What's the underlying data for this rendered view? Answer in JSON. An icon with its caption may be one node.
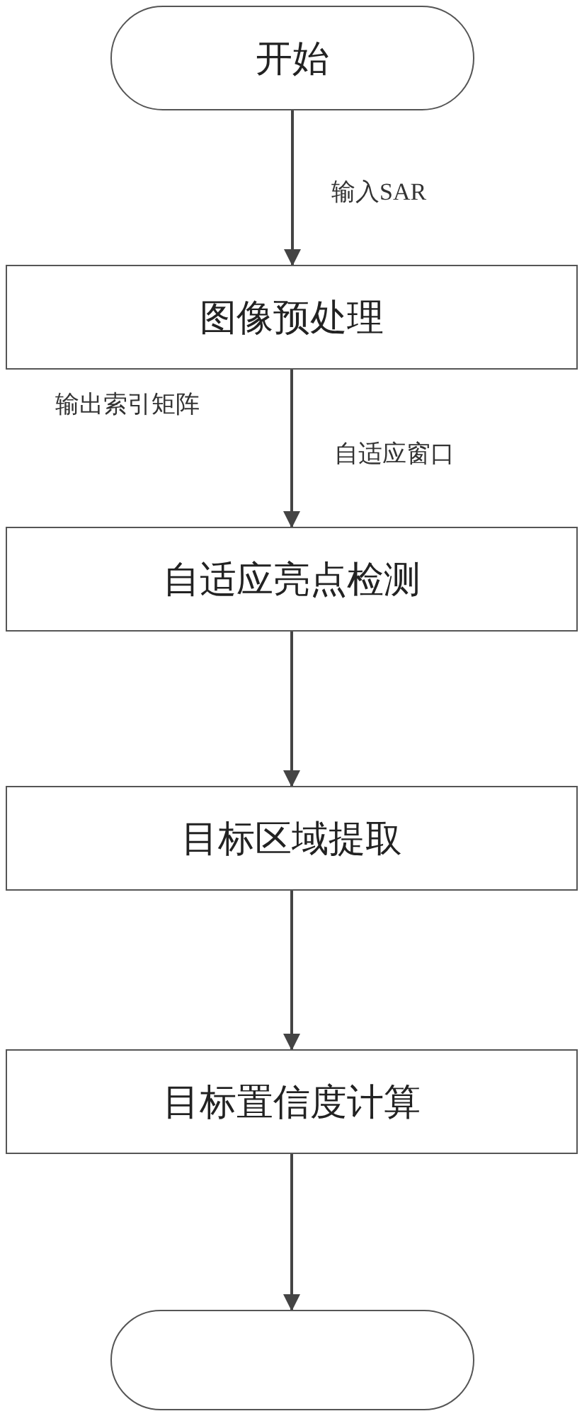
{
  "diagram": {
    "nodes": [
      {
        "text": [
          "开始"
        ]
      },
      {
        "text": [
          "图像预处理"
        ]
      },
      {
        "text": [
          "自适应亮点检测"
        ]
      },
      {
        "text": [
          "目标区域提取"
        ]
      },
      {
        "text": [
          "目标置信度计算"
        ]
      },
      {
        "text": [],
        "shape": "oval"
      }
    ],
    "edges": [
      {
        "from": 0,
        "to": 1,
        "arrow": "to",
        "label": "输入SAR"
      },
      {
        "from": 1,
        "to": 2,
        "arrow": "to",
        "label": "自适应窗口"
      },
      {
        "from": 2,
        "to": 3,
        "arrow": "to"
      },
      {
        "from": 3,
        "to": 4,
        "arrow": "to"
      },
      {
        "from": 4,
        "to": 5,
        "arrow": "to"
      }
    ],
    "labels": [
      "输出索引矩阵"
    ]
  }
}
